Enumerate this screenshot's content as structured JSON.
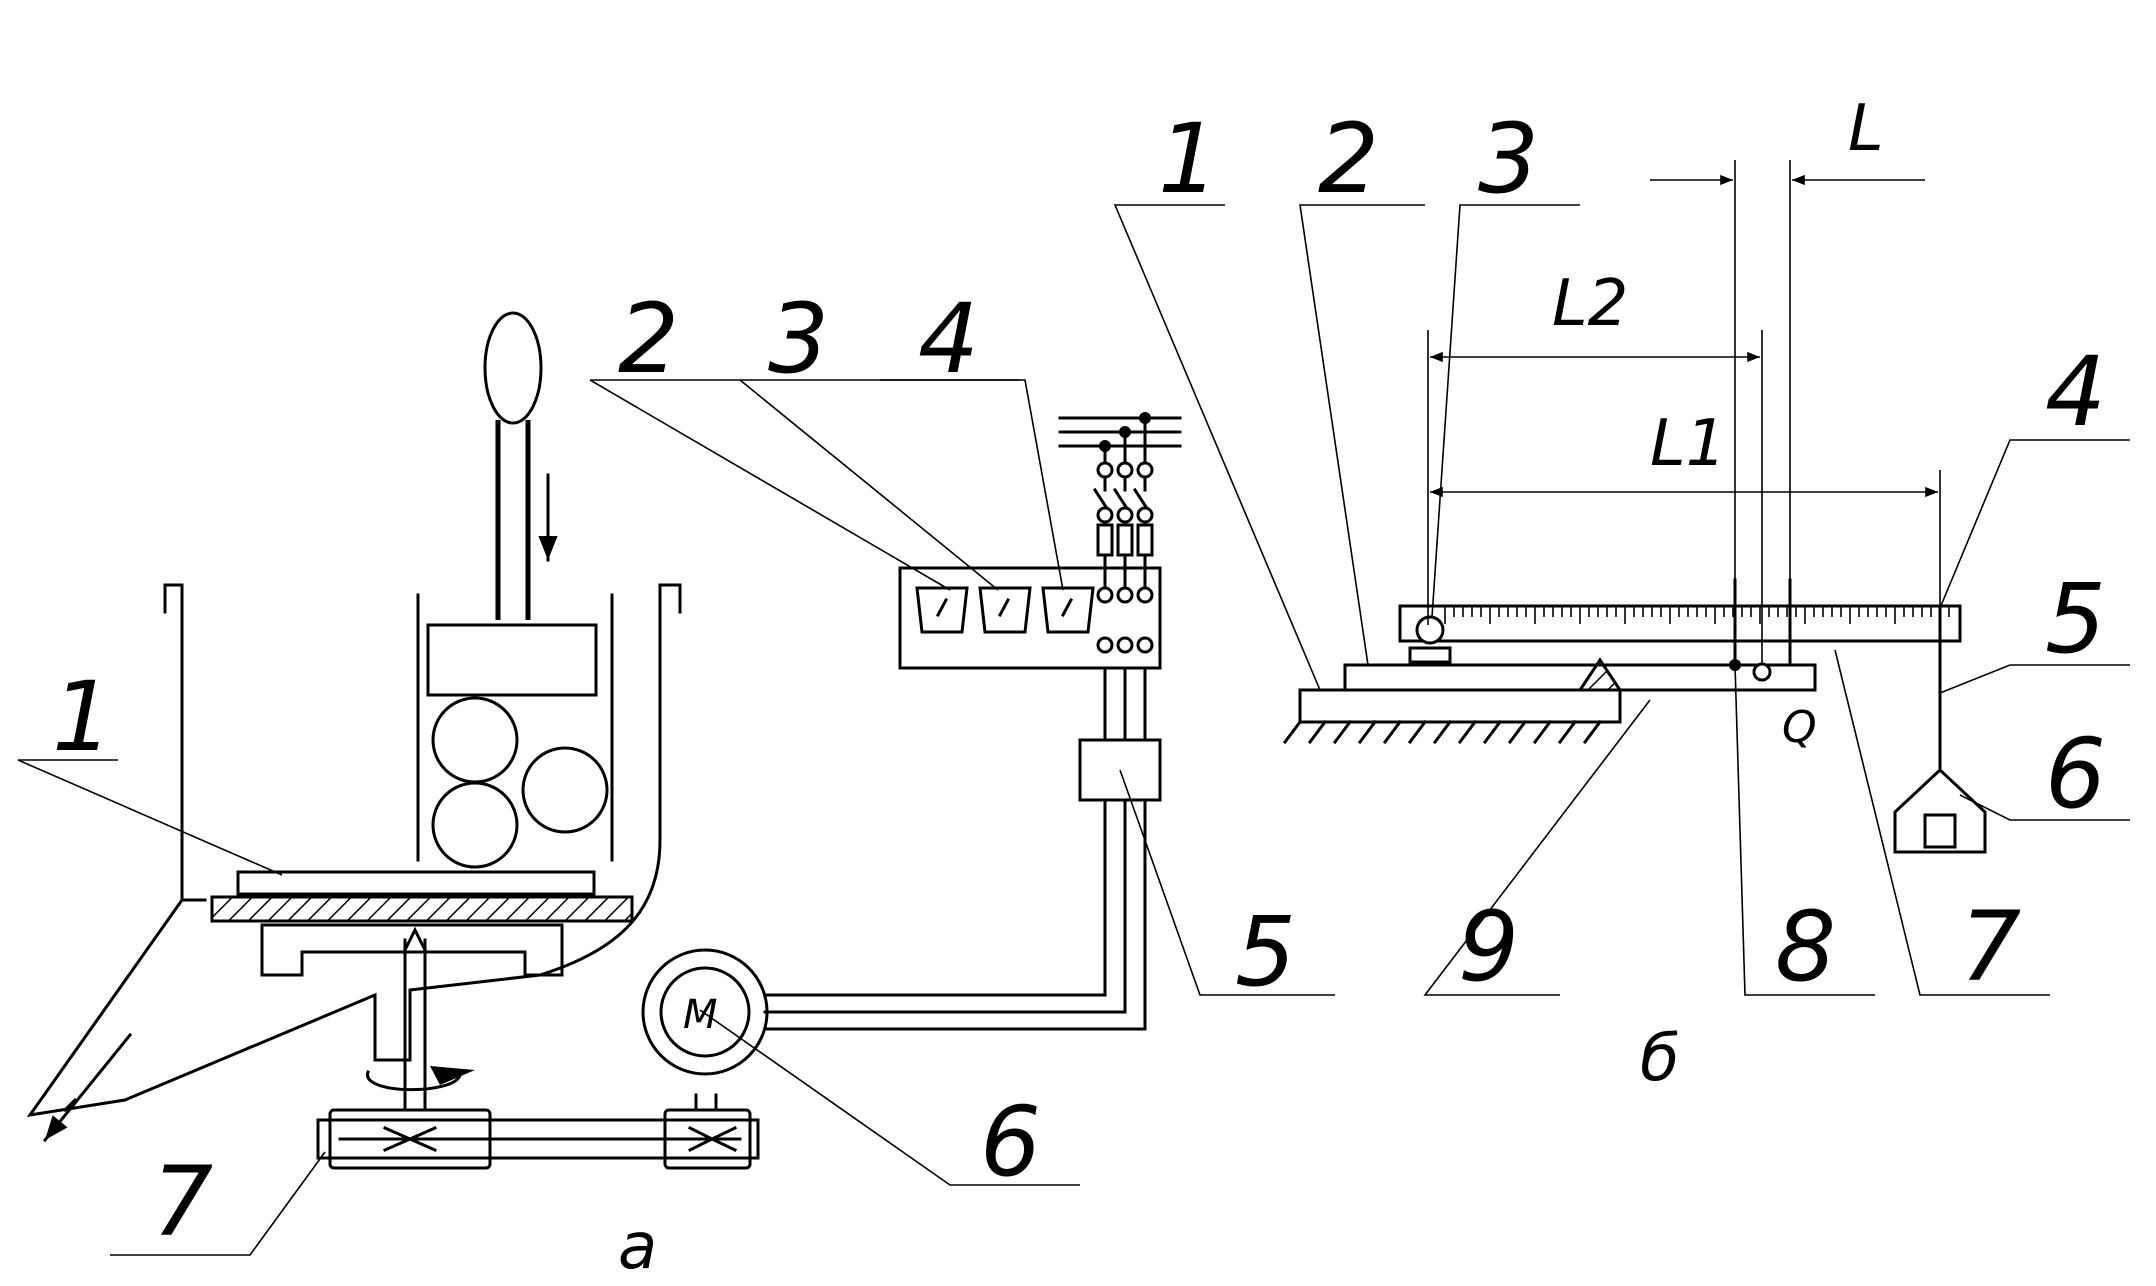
{
  "figure_a": {
    "caption": "а",
    "callouts": [
      "1",
      "2",
      "3",
      "4",
      "5",
      "6",
      "7"
    ],
    "motor_symbol": "M"
  },
  "figure_b": {
    "caption": "б",
    "callouts": [
      "1",
      "2",
      "3",
      "4",
      "5",
      "6",
      "7",
      "8",
      "9"
    ],
    "dimensions": [
      "L",
      "L2",
      "L1"
    ],
    "load_label": "Q"
  },
  "colors": {
    "line": "#000000",
    "background": "#ffffff"
  }
}
